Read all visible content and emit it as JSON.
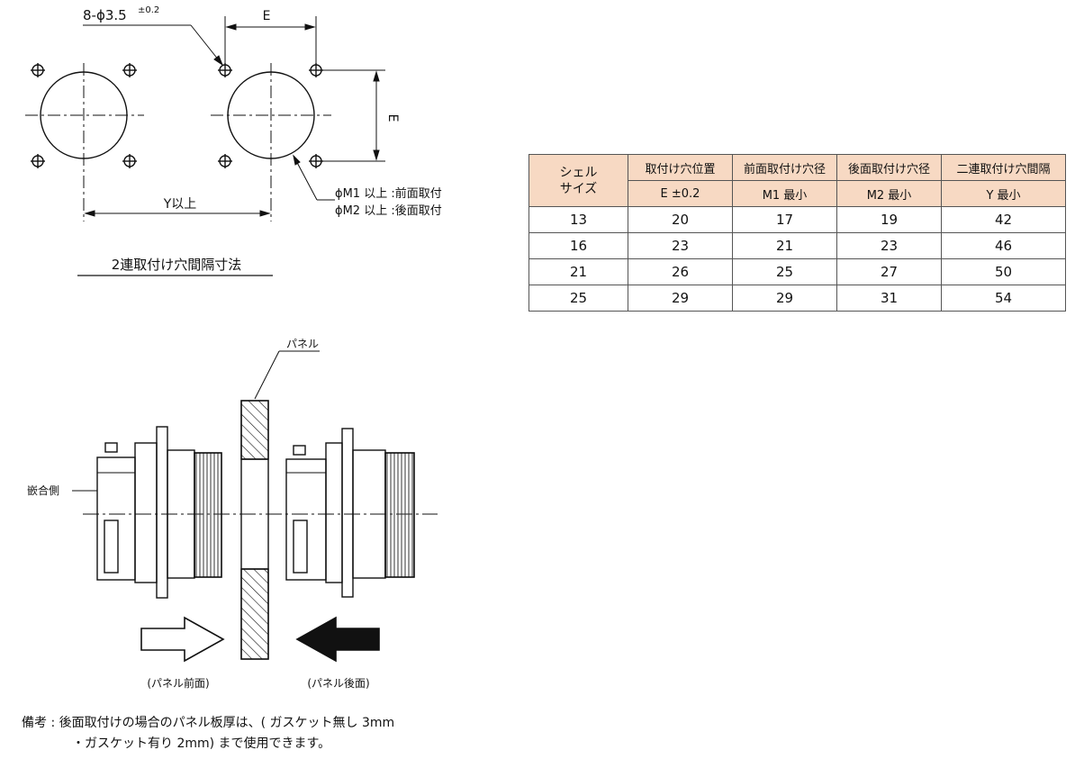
{
  "drawing": {
    "hole_callout": "8-ϕ3.5",
    "hole_tolerance": "±0.2",
    "dim_e_horizontal": "E",
    "dim_e_vertical": "E",
    "dim_y": "Y以上",
    "m1_label": "ϕM1 以上 :前面取付",
    "m2_label": "ϕM2 以上 :後面取付",
    "section_title": "2連取付け穴間隔寸法",
    "panel_label": "パネル",
    "mating_side_label": "嵌合側",
    "front_label": "(パネル前面)",
    "rear_label": "(パネル後面)",
    "remark_line1": "備考 : 後面取付けの場合のパネル板厚は、( ガスケット無し 3mm",
    "remark_line2": "・ガスケット有り 2mm) まで使用できます。"
  },
  "table": {
    "head_shell_line1": "シェル",
    "head_shell_line2": "サイズ",
    "head_col1": "取付け穴位置",
    "head_col2": "前面取付け穴径",
    "head_col3": "後面取付け穴径",
    "head_col4": "二連取付け穴間隔",
    "sub_col1": "E ±0.2",
    "sub_col2": "M1 最小",
    "sub_col3": "M2 最小",
    "sub_col4": "Y 最小",
    "rows": [
      [
        "13",
        "20",
        "17",
        "19",
        "42"
      ],
      [
        "16",
        "23",
        "21",
        "23",
        "46"
      ],
      [
        "21",
        "26",
        "25",
        "27",
        "50"
      ],
      [
        "25",
        "29",
        "29",
        "31",
        "54"
      ]
    ]
  },
  "colors": {
    "header_fill": "#f7d9c3",
    "line": "#111111"
  }
}
